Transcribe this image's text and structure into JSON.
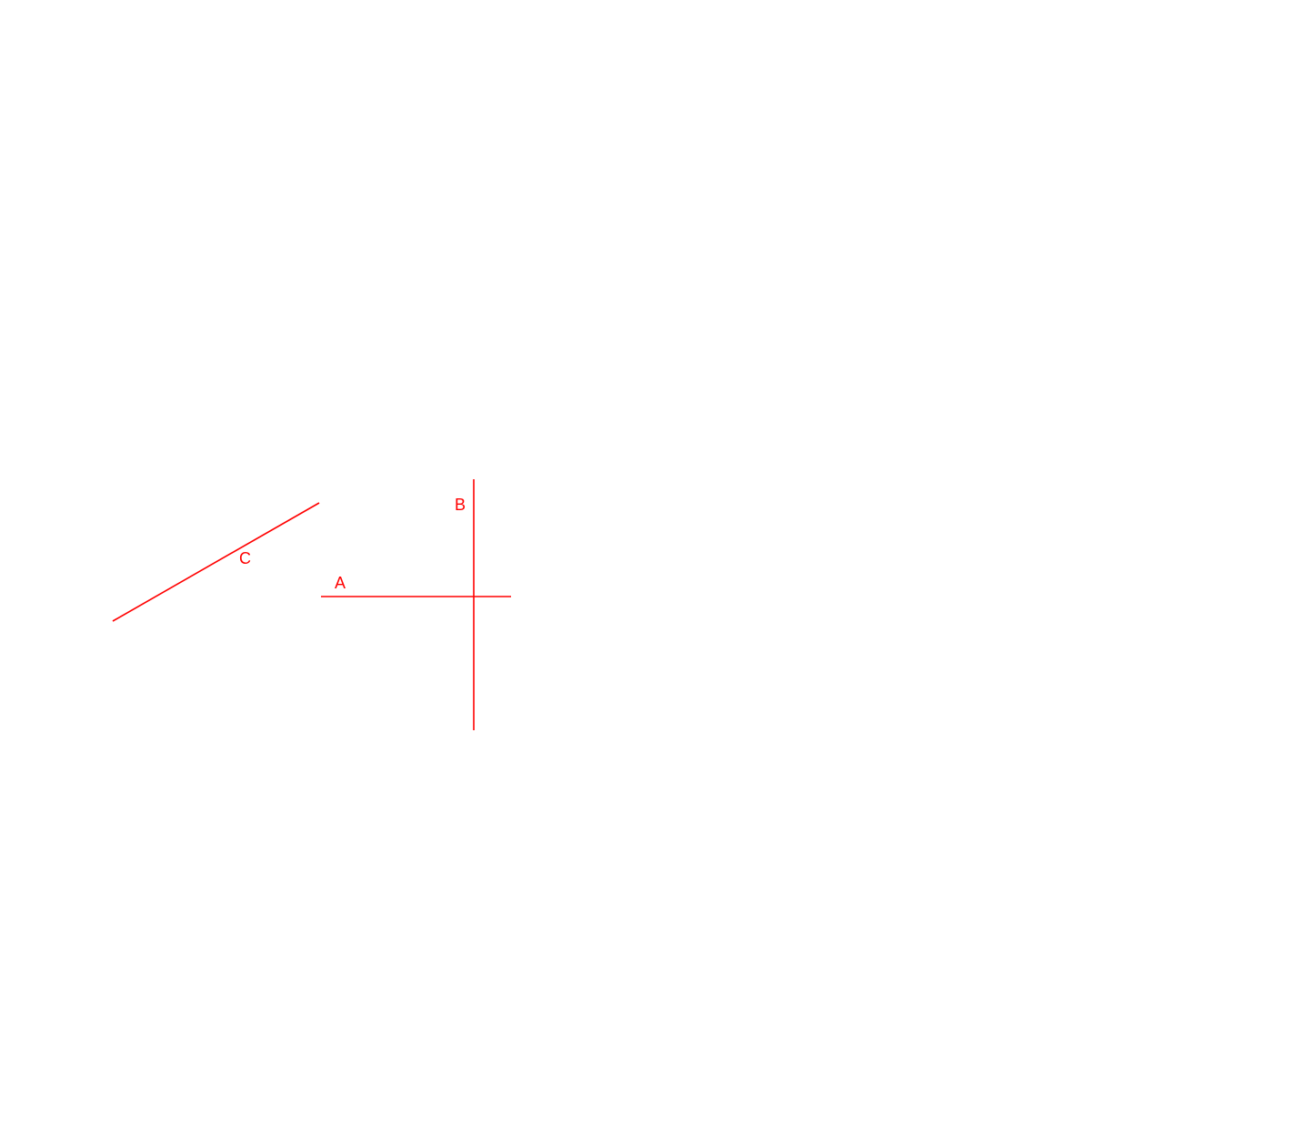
{
  "colors": {
    "line": "#ff0000",
    "background": "#ffffff"
  },
  "lines": [
    {
      "id": "A",
      "label": "A",
      "orientation": "horizontal"
    },
    {
      "id": "B",
      "label": "B",
      "orientation": "vertical"
    },
    {
      "id": "C",
      "label": "C",
      "orientation": "diagonal"
    }
  ]
}
